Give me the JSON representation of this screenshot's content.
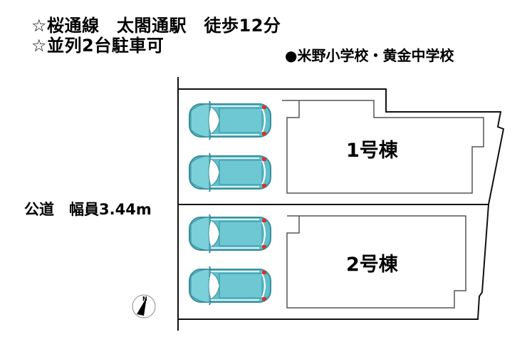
{
  "header": {
    "line1": "☆桜通線　太閤通駅　徒歩12分",
    "line2": "☆並列2台駐車可",
    "schools": "●米野小学校・黄金中学校"
  },
  "road": {
    "label": "公道　幅員3.44m"
  },
  "buildings": [
    {
      "label": "1号棟"
    },
    {
      "label": "2号棟"
    }
  ],
  "parking": {
    "cars": [
      {
        "name": "car-1",
        "lot": "1号棟"
      },
      {
        "name": "car-2",
        "lot": "1号棟"
      },
      {
        "name": "car-3",
        "lot": "2号棟"
      },
      {
        "name": "car-4",
        "lot": "2号棟"
      }
    ]
  },
  "compass": {
    "label": "N",
    "icon": "north-arrow-icon"
  },
  "colors": {
    "car_body": "#5fbfcb",
    "car_outline": "#3a8f9c",
    "taillight": "#d9342b",
    "boundary": "#111111",
    "building_outline": "#555555"
  }
}
